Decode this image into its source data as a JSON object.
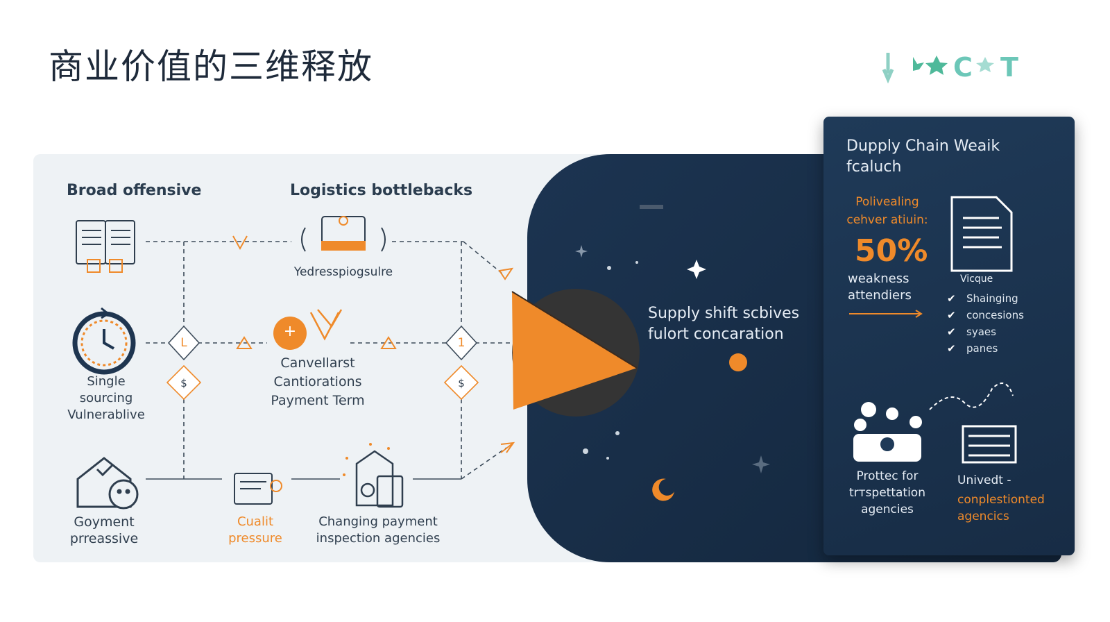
{
  "title": "商业价值的三维释放",
  "logo": {
    "text": "CT"
  },
  "left": {
    "broad_offensive": "Broad offensive",
    "logistics": "Logistics bottlebacks",
    "logistics_sub": "Yedresspiogsulre",
    "single_sourcing": "Single sourcing Vulnerablive",
    "center_node": "Canvellarst Cantiorations Payment Term",
    "goyment": "Goyment prreassive",
    "cualit": "Cualit pressure",
    "changing": "Changing payment inspection agencies",
    "node_l": "L",
    "node_1": "1",
    "node_s1": "$",
    "node_s2": "$",
    "plus": "+"
  },
  "dark": {
    "supply_shift": "Supply shift scbives fulort concaration"
  },
  "card": {
    "heading": "Dupply Chain Weaik fcaluch",
    "subheading": "Polivealing cehver atiuin:",
    "percent": "50%",
    "weakness": "weakness attendiers",
    "vicque": "Vicque",
    "checklist": [
      "Shainging",
      "concesions",
      "syaes",
      "panes"
    ],
    "protect": "Protteс for trтspettation agencies",
    "univedt": "Univedt -",
    "complestioned": "conplestionted agencics"
  },
  "colors": {
    "accent": "#ef8a2a",
    "dark": "#1c3350",
    "text": "#2f3e4e"
  }
}
